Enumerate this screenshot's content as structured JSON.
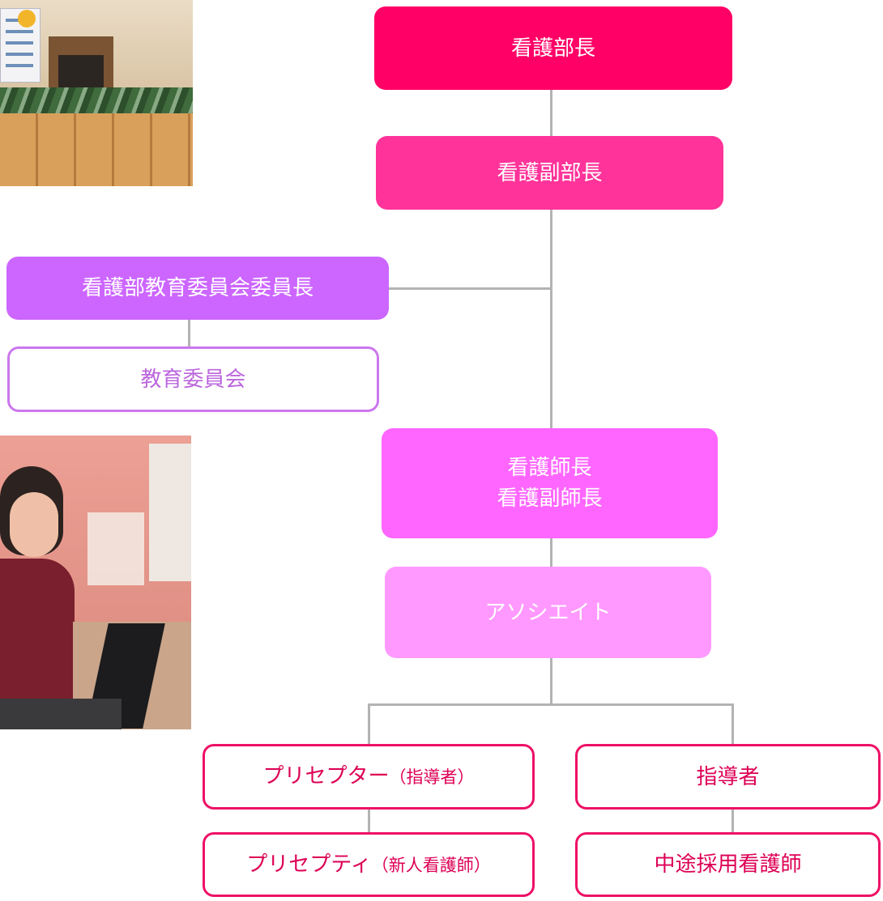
{
  "org_chart": {
    "nodes": {
      "head": "看護部長",
      "deputy": "看護副部長",
      "education_chair": "看護部教育委員会委員長",
      "education_committee": "教育委員会",
      "head_nurse": "看護師長",
      "deputy_head_nurse": "看護副師長",
      "associate": "アソシエイト",
      "preceptor": "プリセプター（指導者）",
      "mentor": "指導者",
      "preceptee": "プリセプティ（新人看護師）",
      "midcareer_nurse": "中途採用看護師"
    },
    "colors": {
      "level1": "#ff0066",
      "level2": "#ff3399",
      "education": "#cc66ff",
      "level4": "#ff66ff",
      "level5": "#ff99ff",
      "connector": "#b3b3b3"
    }
  },
  "photos": {
    "top_left": "hospital-lobby-photo",
    "bottom_left": "nurse-at-laptop-photo"
  }
}
